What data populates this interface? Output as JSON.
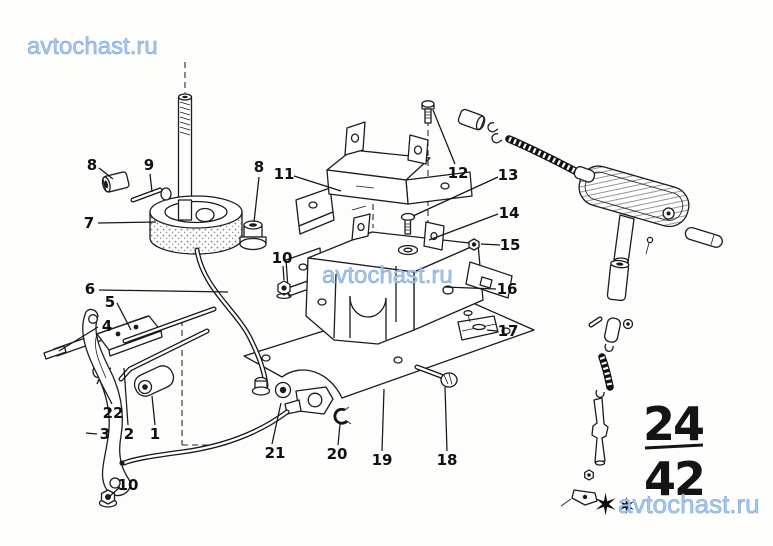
{
  "watermarks": {
    "top_left": "avtochast.ru",
    "center": "avtochast.ru",
    "bottom_right": "avtochast.ru",
    "color": "#a7c7ee"
  },
  "page_ref": {
    "numerator": "24",
    "denominator": "42"
  },
  "stars": {
    "left": "✶",
    "right": "✶"
  },
  "callouts": [
    {
      "label": "8"
    },
    {
      "label": "9"
    },
    {
      "label": "7"
    },
    {
      "label": "8"
    },
    {
      "label": "11"
    },
    {
      "label": "12"
    },
    {
      "label": "13"
    },
    {
      "label": "14"
    },
    {
      "label": "15"
    },
    {
      "label": "10"
    },
    {
      "label": "16"
    },
    {
      "label": "17"
    },
    {
      "label": "6"
    },
    {
      "label": "5"
    },
    {
      "label": "4"
    },
    {
      "label": "22"
    },
    {
      "label": "2"
    },
    {
      "label": "1"
    },
    {
      "label": "3"
    },
    {
      "label": "10"
    },
    {
      "label": "21"
    },
    {
      "label": "20"
    },
    {
      "label": "19"
    },
    {
      "label": "18"
    }
  ]
}
